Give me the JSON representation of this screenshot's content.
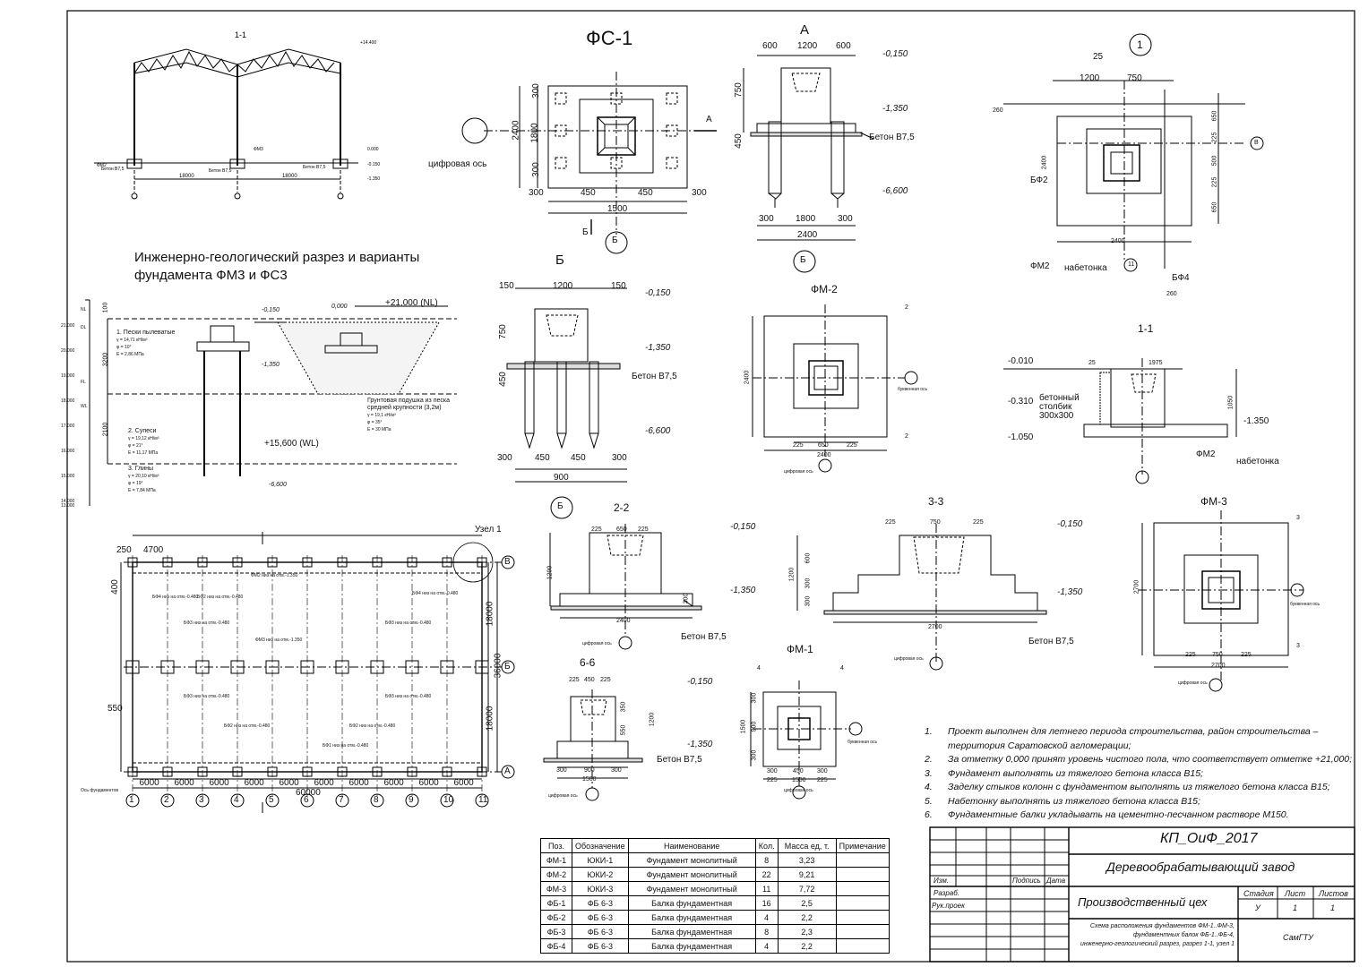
{
  "titles": {
    "section_1_1_top": "1-1",
    "fs1": "ФС-1",
    "view_a": "А",
    "axis_1": "1",
    "geo_section": "Инженерно-геологический разрез и варианты фундамента ФМ3 и ФС3",
    "view_b": "Б",
    "fm2": "ФМ-2",
    "section_1_1_right": "1-1",
    "node_1": "Узел 1",
    "section_2_2": "2-2",
    "section_3_3": "3-3",
    "fm3": "ФМ-3",
    "fm1": "ФМ-1",
    "section_6_6": "6-6"
  },
  "geo": {
    "nl_label": "+21,000 (NL)",
    "wl_label": "+15,600 (WL)",
    "lvl_0150": "-0,150",
    "lvl_0000": "0,000",
    "lvl_1350": "-1,350",
    "lvl_6600": "-6,600",
    "dim_100": "100",
    "dim_3200": "3200",
    "dim_2100": "2100",
    "scale_ticks": [
      "21.000",
      "20.000",
      "19.000",
      "18.000",
      "17.000",
      "16.000",
      "15.000",
      "14.000",
      "13.000"
    ],
    "scale_marks": [
      "NL",
      "DL",
      "FL",
      "WL"
    ],
    "layer1": [
      "1. Пески пылеватые",
      "γ = 14,71 кН/м³",
      "φ = 10°",
      "E = 2,86 МПа"
    ],
    "layer2": [
      "2. Супеси",
      "γ = 19,12 кН/м³",
      "φ = 21°",
      "E = 11,17 МПа"
    ],
    "layer3": [
      "3. Глины",
      "γ = 20,10 кН/м³",
      "φ = 19°",
      "E = 7,84 МПа"
    ],
    "cushion": [
      "Грунтовая подушка из песка",
      "средней крупности (3,2м)",
      "γ = 19,1 кН/м³",
      "φ = 35°",
      "E = 30 МПа"
    ]
  },
  "labels": {
    "digital_axis": "цифровая ось",
    "concrete": "Бетон В7,5",
    "bf2": "БФ2",
    "bf4": "БФ4",
    "fm2_ref": "ФМ2",
    "nabetonka": "набетонка",
    "concrete_post": [
      "бетонный",
      "столбик",
      "300х300"
    ],
    "letter_axis": "буквенная ось",
    "axis_fund": "Ось фундаментов",
    "cifr_small": "цифровая ось"
  },
  "plan": {
    "grid_numbers": [
      "1",
      "2",
      "3",
      "4",
      "5",
      "6",
      "7",
      "8",
      "9",
      "10",
      "11"
    ],
    "spans": [
      "6000",
      "6000",
      "6000",
      "6000",
      "6000",
      "6000",
      "6000",
      "6000",
      "6000",
      "6000"
    ],
    "total_length": "60000",
    "total_width": "36000",
    "half_width": "18000",
    "rows": [
      "В",
      "Б",
      "А"
    ],
    "dim_250": "250",
    "dim_4700": "4700",
    "dim_400": "400",
    "dim_550": "550",
    "beam_notes": [
      "БФ4 низ на отм.-0.480",
      "БФ2 низ на отм.-0.480",
      "ФМ2 низ на отм.-1.350",
      "БФ3 низ на отм.-0.480",
      "ФМ3 низ на отм.-1.350",
      "БФ1 низ на отм.-0.480"
    ]
  },
  "spec": {
    "headers": [
      "Поз.",
      "Обозначение",
      "Наименование",
      "Кол.",
      "Масса ед, т.",
      "Примечание"
    ],
    "rows": [
      [
        "ФМ-1",
        "ЮКИ-1",
        "Фундамент монолитный",
        "8",
        "3,23",
        ""
      ],
      [
        "ФМ-2",
        "ЮКИ-2",
        "Фундамент монолитный",
        "22",
        "9,21",
        ""
      ],
      [
        "ФМ-3",
        "ЮКИ-3",
        "Фундамент монолитный",
        "11",
        "7,72",
        ""
      ],
      [
        "ФБ-1",
        "ФБ 6-3",
        "Балка фундаментная",
        "16",
        "2,5",
        ""
      ],
      [
        "ФБ-2",
        "ФБ 6-3",
        "Балка фундаментная",
        "4",
        "2,2",
        ""
      ],
      [
        "ФБ-3",
        "ФБ 6-3",
        "Балка фундаментная",
        "8",
        "2,3",
        ""
      ],
      [
        "ФБ-4",
        "ФБ 6-3",
        "Балка фундаментная",
        "4",
        "2,2",
        ""
      ]
    ]
  },
  "notes": [
    [
      "1.",
      "Проект выполнен для летнего периода строительства, район строительства –"
    ],
    [
      "",
      "территория Саратовской агломерации;"
    ],
    [
      "2.",
      "За отметку 0,000 принят уровень чистого пола, что соответствует отметке +21,000;"
    ],
    [
      "3.",
      "Фундамент выполнять из тяжелого бетона класса В15;"
    ],
    [
      "4.",
      "Заделку стыков колонн с фундаментом выполнять из тяжелого бетона класса В15;"
    ],
    [
      "5.",
      "Набетонку выполнять из тяжелого бетона класса В15;"
    ],
    [
      "6.",
      "Фундаментные балки укладывать на цементно-песчанном растворе М150."
    ]
  ],
  "stamp": {
    "code": "КП_ОиФ_2017",
    "object": "Деревообрабатывающий завод",
    "building": "Производственный цех",
    "izm": "Изм.",
    "podpis": "Подпись",
    "data": "Дата",
    "razrab": "Разраб.",
    "rukproek": "Рук.проек",
    "stadia_h": "Стадия",
    "list_h": "Лист",
    "listov_h": "Листов",
    "stadia": "У",
    "list": "1",
    "listov": "1",
    "desc": [
      "Схема расположения фундаментов ФМ-1..ФМ-3,",
      "фундаментных балок ФБ-1..ФБ-4,",
      "инженерно-геологический разрез, разрез 1-1, узел 1"
    ],
    "org": "СамГТУ"
  },
  "dims": {
    "fs1": [
      "300",
      "1800",
      "300",
      "2400",
      "300",
      "450",
      "450",
      "300",
      "1500",
      "А",
      "Б"
    ],
    "a_top": [
      "600",
      "1200",
      "600"
    ],
    "a_side": [
      "750",
      "450"
    ],
    "a_bot": [
      "300",
      "1800",
      "300",
      "2400"
    ],
    "a_lv": [
      "-0,150",
      "-1,350",
      "-6,600"
    ],
    "b_top": [
      "150",
      "1200",
      "150"
    ],
    "b_bot": [
      "300",
      "450",
      "450",
      "300",
      "900"
    ],
    "n1": [
      "25",
      "1200",
      "750",
      "260",
      "650",
      "225",
      "500",
      "225",
      "650",
      "2400",
      "2400",
      "260"
    ],
    "fm2": [
      "225",
      "650",
      "225",
      "2400",
      "2400",
      "2"
    ],
    "s11": [
      "-0.010",
      "-0.310",
      "-1.050",
      "-1.350",
      "25",
      "1975",
      "1050"
    ],
    "s22": [
      "225",
      "650",
      "225",
      "1200",
      "300",
      "2400",
      "-0,150",
      "-1,350"
    ],
    "s33": [
      "225",
      "750",
      "225",
      "1200",
      "600",
      "300",
      "300",
      "2700",
      "-0,150",
      "-1,350"
    ],
    "fm3": [
      "225",
      "750",
      "225",
      "2700",
      "2700",
      "3"
    ],
    "s66": [
      "225",
      "450",
      "225",
      "350",
      "550",
      "1200",
      "300",
      "900",
      "300",
      "1500",
      "-0,150",
      "-1,350"
    ],
    "fm1": [
      "300",
      "900",
      "300",
      "1500",
      "300",
      "450",
      "300",
      "225",
      "1500",
      "225",
      "4"
    ]
  }
}
